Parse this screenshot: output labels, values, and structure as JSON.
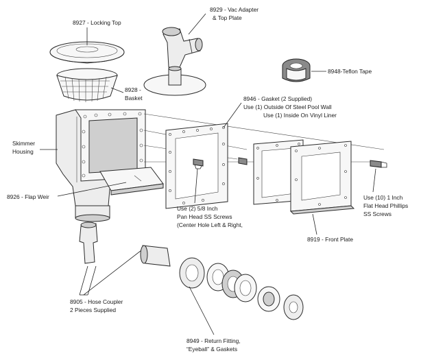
{
  "labels": {
    "locking_top": "8927 - Locking Top",
    "vac_adapter_1": "8929 - Vac Adapter",
    "vac_adapter_2": "& Top Plate",
    "teflon_tape": "8948-Teflon Tape",
    "basket_1": "8928 -",
    "basket_2": "Basket",
    "gasket_1": "8946 - Gasket (2 Supplied)",
    "gasket_2": "Use (1) Outside Of Steel Pool Wall",
    "gasket_3": "Use (1) Inside On Vinyl Liner",
    "skimmer_1": "Skimmer",
    "skimmer_2": "Housing",
    "flap_weir": "8926 - Flap Weir",
    "pan_screws_1": "Use (2) 5/8 Inch",
    "pan_screws_2": "Pan Head SS Screws",
    "pan_screws_3": "(Center Hole Left & Right,",
    "flat_screws_1": "Use (10) 1 Inch",
    "flat_screws_2": "Flat Head Phillips",
    "flat_screws_3": "SS Screws",
    "front_plate": "8919 - Front Plate",
    "hose_coupler_1": "8905 - Hose Coupler",
    "hose_coupler_2": "2 Pieces Supplied",
    "return_fitting_1": "8949 - Return Fitting,",
    "return_fitting_2": "“Eyeball” & Gaskets"
  }
}
